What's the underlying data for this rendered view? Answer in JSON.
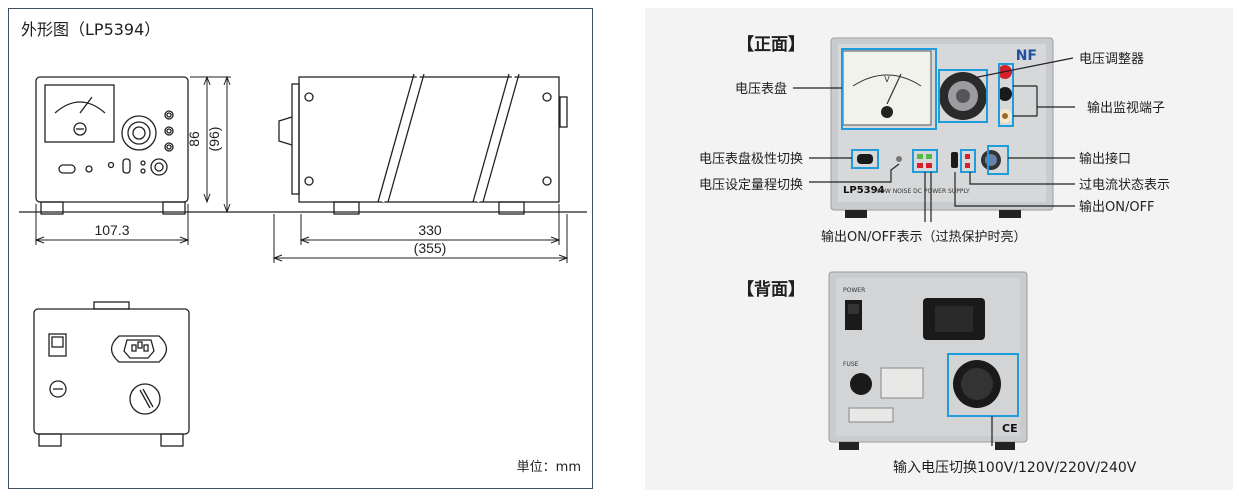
{
  "left_panel": {
    "title": "外形图（LP5394）",
    "dimensions": {
      "height": "86",
      "height_alt": "(96)",
      "width": "107.3",
      "depth": "330",
      "depth_alt": "(355)"
    },
    "unit": "単位：mm"
  },
  "right_panel": {
    "front_heading": "【正面】",
    "back_heading": "【背面】",
    "front_callouts": {
      "voltmeter": "电压表盘",
      "polarity_switch": "电压表盘极性切换",
      "range_switch": "电压设定量程切换",
      "voltage_adjuster": "电压调整器",
      "monitor_terminal": "输出监视端子",
      "output_connector": "输出接口",
      "overcurrent_indicator": "过电流状态表示",
      "output_on_off": "输出ON/OFF",
      "on_off_indicator": "输出ON/OFF表示（过热保护时亮）"
    },
    "back_callouts": {
      "input_voltage_switch": "输入电压切换100V/120V/220V/240V"
    },
    "panel_text": {
      "model": "LP5394",
      "model_desc": "LOW NOISE DC POWER SUPPLY",
      "brand": "NF",
      "meter_unit": "V",
      "power_label": "POWER",
      "fuse_label": "FUSE",
      "ce_mark": "CE"
    }
  },
  "colors": {
    "frame_border": "#3f4f66",
    "highlight_box": "#1f9cd9",
    "device_silver": "#c9cbce",
    "terminal_red": "#d4202a",
    "background_right": "#f3f3f4"
  }
}
